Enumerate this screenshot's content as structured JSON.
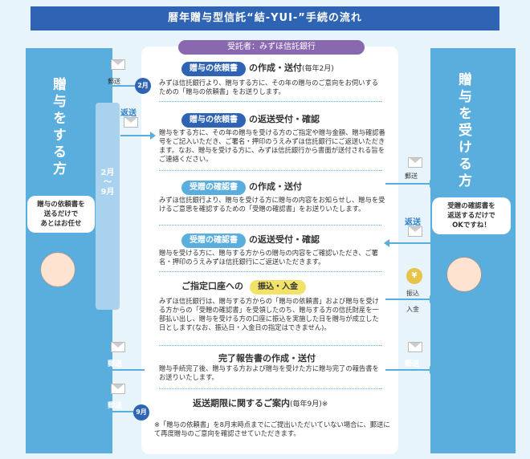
{
  "title": "暦年贈与型信託“結-YUI-”手続の流れ",
  "trustee_label": "受託者：みずほ信託銀行",
  "left_column": {
    "label": "贈与をする方"
  },
  "right_column": {
    "label": "贈与を受ける方"
  },
  "period": {
    "label": "2月\n～\n9月"
  },
  "left_bubble": "贈与の依頼書を\n送るだけで\nあとはお任せ",
  "right_bubble": "受贈の確認書を\n返送するだけで\nOKですね！",
  "steps": [
    {
      "pill": "贈与の依頼書",
      "head": "の作成・送付",
      "note": "(毎年2月)",
      "body": "みずほ信託銀行より、贈与する方に、その年の贈与のご意向をお伺いするための「贈与の依頼書」をお送りします。"
    },
    {
      "pill": "贈与の依頼書",
      "head": "の返送受付・確認",
      "note": "",
      "body": "贈与をする方に、その年の贈与を受ける方のご指定や贈与金額、贈与確認番号をご記入いただき、ご署名・押印のうえみずほ信託銀行にご返送いただきます。なお、贈与を受ける方に、みずほ信託銀行から書面が送付される旨をご連絡ください。"
    },
    {
      "pill": "受贈の確認書",
      "head": "の作成・送付",
      "note": "",
      "body": "みずほ信託銀行より、贈与を受ける方に贈与の内容をお知らせし、贈与を受けるご意思を確認するための「受贈の確認書」をお送りいたします。"
    },
    {
      "pill": "受贈の確認書",
      "head": "の返送受付・確認",
      "note": "",
      "body": "贈与を受ける方に、贈与する方からの贈与の内容をご確認いただき、ご署名・押印のうえみずほ信託銀行にご返送いただきます。"
    },
    {
      "pre": "ご指定口座への",
      "pill": "振込・入金",
      "head": "",
      "note": "",
      "body": "みずほ信託銀行は、贈与する方からの「贈与の依頼書」および贈与を受ける方からの「受贈の確認書」を受領したのち、贈与する方の信託財産を一部払い出し、贈与を受ける方の口座に振込を実施した日を贈与が成立した日とします(なお、振込日・入金日の指定はできません)。"
    },
    {
      "pill": "",
      "head": "完了報告書の作成・送付",
      "note": "",
      "body": "贈与手続完了後、贈与する方および贈与を受けた方に贈与完了の報告書をお送りいたします。"
    },
    {
      "pill": "",
      "head": "返送期限に関するご案内",
      "note": "(毎年9月)※",
      "body": "※「贈与の依頼書」を8月末時点までにご提出いただいていない場合に、郵送にて再度贈与のご意向を確認させていただきます。"
    }
  ],
  "arrow_labels": {
    "mail": "郵送",
    "return": "返送",
    "transfer": "振込",
    "deposit": "入金",
    "feb": "2月",
    "sep": "9月",
    "yen": "¥"
  },
  "colors": {
    "title_bg": "#2f64b4",
    "column_bg": "#5aaede",
    "trustee_bg": "#8a68b0",
    "accent_yellow": "#f3e26a"
  }
}
